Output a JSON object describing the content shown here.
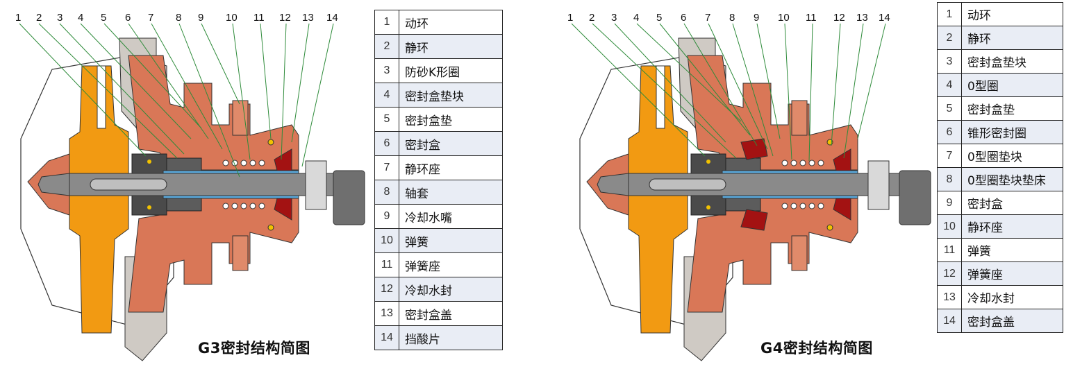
{
  "diagrams": [
    {
      "id": "g3",
      "caption": "G3密封结构简图",
      "callouts": [
        "1",
        "2",
        "3",
        "4",
        "5",
        "6",
        "7",
        "8",
        "9",
        "10",
        "11",
        "12",
        "13",
        "14"
      ],
      "legend": [
        {
          "num": "1",
          "label": "动环"
        },
        {
          "num": "2",
          "label": "静环"
        },
        {
          "num": "3",
          "label": "防砂K形圈"
        },
        {
          "num": "4",
          "label": "密封盒垫块"
        },
        {
          "num": "5",
          "label": "密封盒垫"
        },
        {
          "num": "6",
          "label": "密封盒"
        },
        {
          "num": "7",
          "label": "静环座"
        },
        {
          "num": "8",
          "label": "轴套"
        },
        {
          "num": "9",
          "label": "冷却水嘴"
        },
        {
          "num": "10",
          "label": "弹簧"
        },
        {
          "num": "11",
          "label": "弹簧座"
        },
        {
          "num": "12",
          "label": "冷却水封"
        },
        {
          "num": "13",
          "label": "密封盒盖"
        },
        {
          "num": "14",
          "label": "挡酸片"
        }
      ]
    },
    {
      "id": "g4",
      "caption": "G4密封结构简图",
      "callouts": [
        "1",
        "2",
        "3",
        "4",
        "5",
        "6",
        "7",
        "8",
        "9",
        "10",
        "11",
        "12",
        "13",
        "14"
      ],
      "legend": [
        {
          "num": "1",
          "label": "动环"
        },
        {
          "num": "2",
          "label": "静环"
        },
        {
          "num": "3",
          "label": "密封盒垫块"
        },
        {
          "num": "4",
          "label": "0型圈"
        },
        {
          "num": "5",
          "label": "密封盒垫"
        },
        {
          "num": "6",
          "label": "锥形密封圈"
        },
        {
          "num": "7",
          "label": "0型圈垫块"
        },
        {
          "num": "8",
          "label": "0型圈垫块垫床"
        },
        {
          "num": "9",
          "label": "密封盒"
        },
        {
          "num": "10",
          "label": "静环座"
        },
        {
          "num": "11",
          "label": "弹簧"
        },
        {
          "num": "12",
          "label": "弹簧座"
        },
        {
          "num": "13",
          "label": "冷却水封"
        },
        {
          "num": "14",
          "label": "密封盒盖"
        }
      ]
    }
  ],
  "colors": {
    "impeller_orange": "#f29a12",
    "housing_copper": "#d97757",
    "housing_dark_copper": "#b9533a",
    "gray_block": "#cfcac4",
    "seal_dark": "#4a4a4a",
    "sleeve_blue": "#5aa7d8",
    "shaft_gray": "#8a8a8a",
    "leader_green": "#2e8b3a",
    "dark_red": "#a31212",
    "row_shade": "#e9edf5"
  }
}
